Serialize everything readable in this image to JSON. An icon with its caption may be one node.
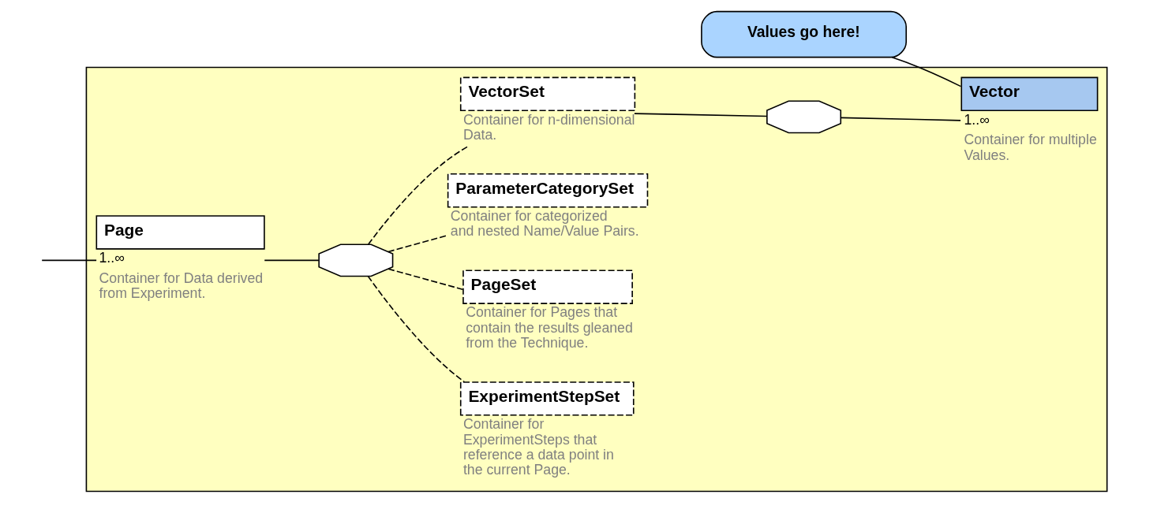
{
  "diagram": {
    "nodes": [
      {
        "text": [],
        "shape": "box"
      },
      {
        "text": [
          "Page"
        ],
        "beside": [
          "1..∞",
          "Container for Data derived from Experiment."
        ],
        "in": 0
      },
      {
        "text": [],
        "shape": "octagon",
        "in": 0
      },
      {
        "text": [
          "VectorSet"
        ],
        "beside": [
          "Container for n-dimensional Data."
        ],
        "in": 0
      },
      {
        "text": [],
        "shape": "octagon",
        "in": 0
      },
      {
        "text": [
          "Vector"
        ],
        "beside": [
          "1..∞",
          "Container for multiple Values."
        ],
        "in": 0
      },
      {
        "text": [
          "ParameterCategorySet"
        ],
        "beside": [
          "Container for categorized and nested Name/Value Pairs."
        ],
        "in": 0
      },
      {
        "text": [
          "PageSet"
        ],
        "beside": [
          "Container for Pages that contain the results gleaned from the Technique."
        ],
        "in": 0
      },
      {
        "text": [
          "ExperimentStepSet"
        ],
        "beside": [
          "Container for ExperimentSteps that reference a data point in the current Page."
        ],
        "in": 0
      },
      {
        "text": [
          "Values go here!"
        ]
      }
    ],
    "edges": [
      {
        "from": null,
        "to": 1,
        "arrow": "none"
      },
      {
        "from": 1,
        "to": 2,
        "arrow": "none"
      },
      {
        "from": 2,
        "to": 3,
        "arrow": "none",
        "style": "dashed"
      },
      {
        "from": 2,
        "to": 6,
        "arrow": "none",
        "style": "dashed"
      },
      {
        "from": 2,
        "to": 7,
        "arrow": "none",
        "style": "dashed"
      },
      {
        "from": 2,
        "to": 8,
        "arrow": "none",
        "style": "dashed"
      },
      {
        "from": 3,
        "to": 4,
        "arrow": "none"
      },
      {
        "from": 4,
        "to": 5,
        "arrow": "none"
      },
      {
        "from": 9,
        "to": 5,
        "arrow": "none"
      }
    ]
  }
}
